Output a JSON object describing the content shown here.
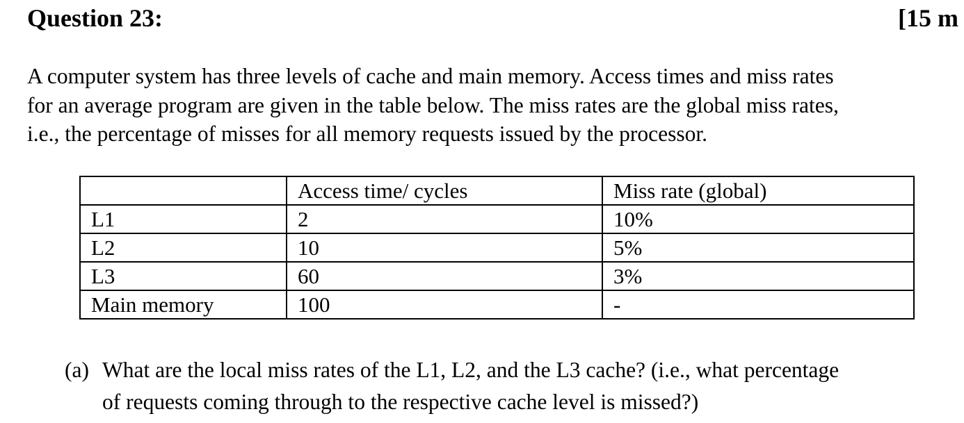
{
  "question": {
    "number_label": "Question 23:",
    "marks_label": "[15 m"
  },
  "intro": {
    "lines": [
      "A computer system has three levels of cache and main memory. Access times and miss rates",
      "for an average program are given in the table below. The miss rates are the global miss rates,",
      "i.e., the percentage of misses for all memory requests issued by the processor."
    ]
  },
  "table": {
    "headers": [
      "",
      "Access time/ cycles",
      "Miss rate (global)"
    ],
    "rows": [
      [
        "L1",
        "2",
        "10%"
      ],
      [
        "L2",
        "10",
        "5%"
      ],
      [
        "L3",
        "60",
        "3%"
      ],
      [
        "Main memory",
        "100",
        "-"
      ]
    ]
  },
  "part_a": {
    "label": "(a)",
    "lines": [
      "What are the local miss rates of the L1, L2, and the L3 cache? (i.e., what percentage",
      "of requests coming through to the respective cache level is missed?)"
    ]
  }
}
